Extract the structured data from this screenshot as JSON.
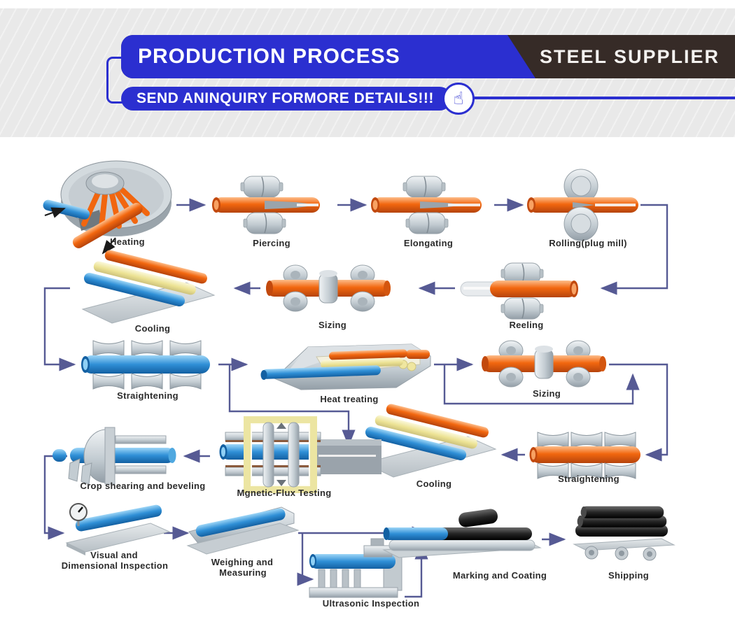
{
  "header": {
    "title": "PRODUCTION PROCESS",
    "brand": "STEEL SUPPLIER",
    "cta_text": "SEND ANINQUIRY FORMORE DETAILS!!!",
    "cta_icon_glyph": "☝",
    "colors": {
      "accent_blue": "#2b2fd0",
      "banner_dark": "#362b27",
      "band_gray": "#e9e9e9"
    }
  },
  "diagram": {
    "arrow_color": "#565a94",
    "flow_order": [
      "Heating",
      "Piercing",
      "Elongating",
      "Rolling(plug mill)",
      "Reeling",
      "Sizing",
      "Cooling",
      "Straightening",
      "Heat treating",
      "Sizing",
      "Straightening",
      "Cooling",
      "Mgnetic-Flux Testing",
      "Crop shearing and beveling",
      "Visual and Dimensional Inspection",
      "Weighing and Measuring",
      "Ultrasonic Inspection",
      "Marking and Coating",
      "Shipping"
    ],
    "labels": {
      "heating": "Heating",
      "piercing": "Piercing",
      "elongating": "Elongating",
      "rolling": "Rolling(plug mill)",
      "reeling": "Reeling",
      "sizing_row2": "Sizing",
      "cooling_row2": "Cooling",
      "straightening_row3": "Straightening",
      "heat_treating": "Heat treating",
      "sizing_row3": "Sizing",
      "straightening_row4": "Straightening",
      "cooling_row4": "Cooling",
      "magnetic_flux": "Mgnetic-Flux Testing",
      "crop_shearing": "Crop shearing and beveling",
      "visual_line1": "Visual and",
      "visual_line2": "Dimensional Inspection",
      "weighing_line1": "Weighing and",
      "weighing_line2": "Measuring",
      "ultrasonic": "Ultrasonic Inspection",
      "marking": "Marking and Coating",
      "shipping": "Shipping"
    },
    "pipe_colors": {
      "hot_pipe": "#f2670f",
      "cold_pipe": "#2f8fd6",
      "annealed_pipe": "#ece293",
      "finished_pipe": "#1c1c1c"
    }
  }
}
